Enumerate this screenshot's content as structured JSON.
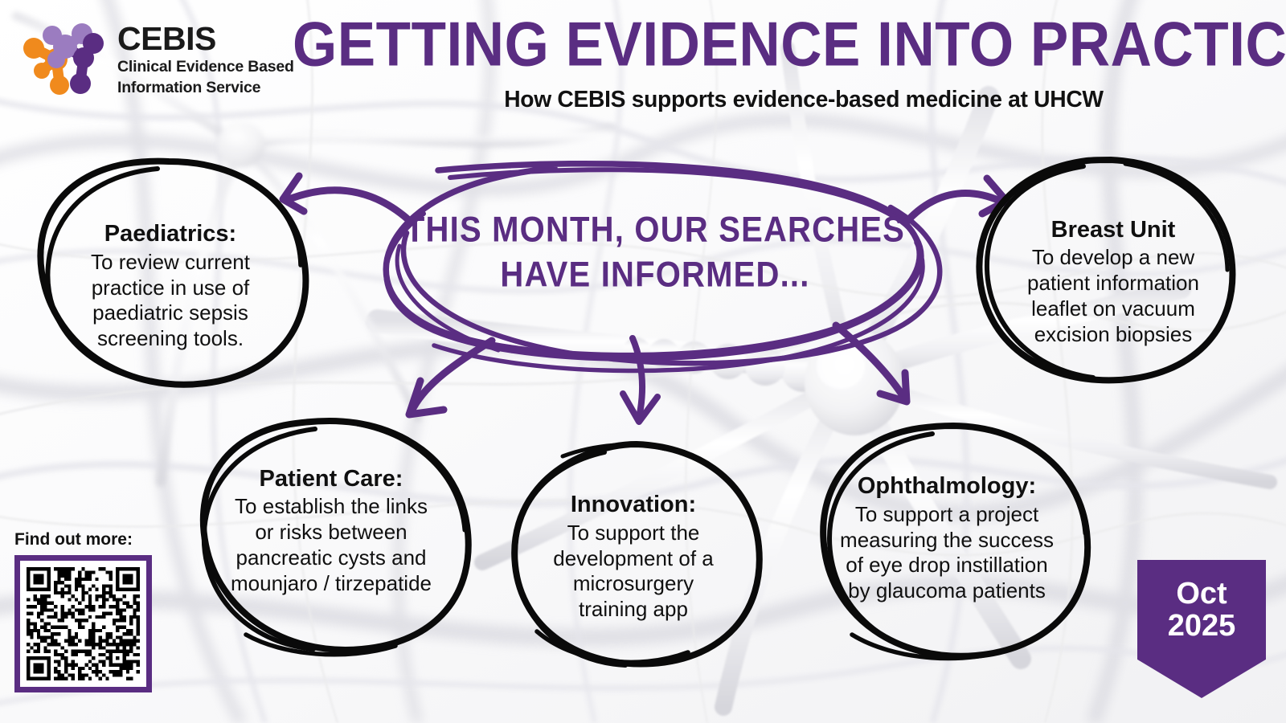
{
  "brand": {
    "logo_name": "CEBIS",
    "logo_sub_line1": "Clinical Evidence Based",
    "logo_sub_line2": "Information Service",
    "purple": "#5a2d82",
    "orange": "#f08a1d",
    "light_purple": "#9b7cc0",
    "dark_purple": "#5a2d82",
    "black": "#101010"
  },
  "header": {
    "title": "GETTING EVIDENCE INTO PRACTICE",
    "subtitle": "How CEBIS supports evidence-based medicine at UHCW"
  },
  "center": {
    "line1": "THIS MONTH, OUR SEARCHES",
    "line2": "HAVE INFORMED..."
  },
  "bubbles": [
    {
      "id": "paediatrics",
      "title": "Paediatrics:",
      "body_lines": [
        "To review current",
        "practice in use of",
        "paediatric sepsis",
        "screening tools."
      ]
    },
    {
      "id": "breast",
      "title": "Breast Unit",
      "body_lines": [
        "To develop a new",
        "patient information",
        "leaflet on vacuum",
        "excision biopsies"
      ]
    },
    {
      "id": "patient",
      "title": "Patient Care:",
      "body_lines": [
        "To establish the links",
        "or risks between",
        "pancreatic cysts and",
        "mounjaro / tirzepatide"
      ]
    },
    {
      "id": "innovation",
      "title": "Innovation:",
      "body_lines": [
        "To support the",
        "development of a",
        "microsurgery",
        "training app"
      ]
    },
    {
      "id": "ophthalmology",
      "title": "Ophthalmology:",
      "body_lines": [
        "To support a project",
        "measuring the success",
        "of eye drop instillation",
        "by glaucoma patients"
      ]
    }
  ],
  "findout": {
    "label": "Find out more:",
    "qr_icon": "qr-code-icon"
  },
  "date_badge": {
    "month": "Oct",
    "year": "2025"
  },
  "icons": {
    "logo": "molecule-icon",
    "arrow_left": "curved-arrow-left-icon",
    "arrow_right": "curved-arrow-right-icon",
    "arrow_down_left": "curved-arrow-down-left-icon",
    "arrow_down": "curved-arrow-down-icon",
    "arrow_down_right": "curved-arrow-down-right-icon",
    "ellipse": "hand-drawn-ellipse-icon",
    "background": "neuron-network-icon"
  }
}
